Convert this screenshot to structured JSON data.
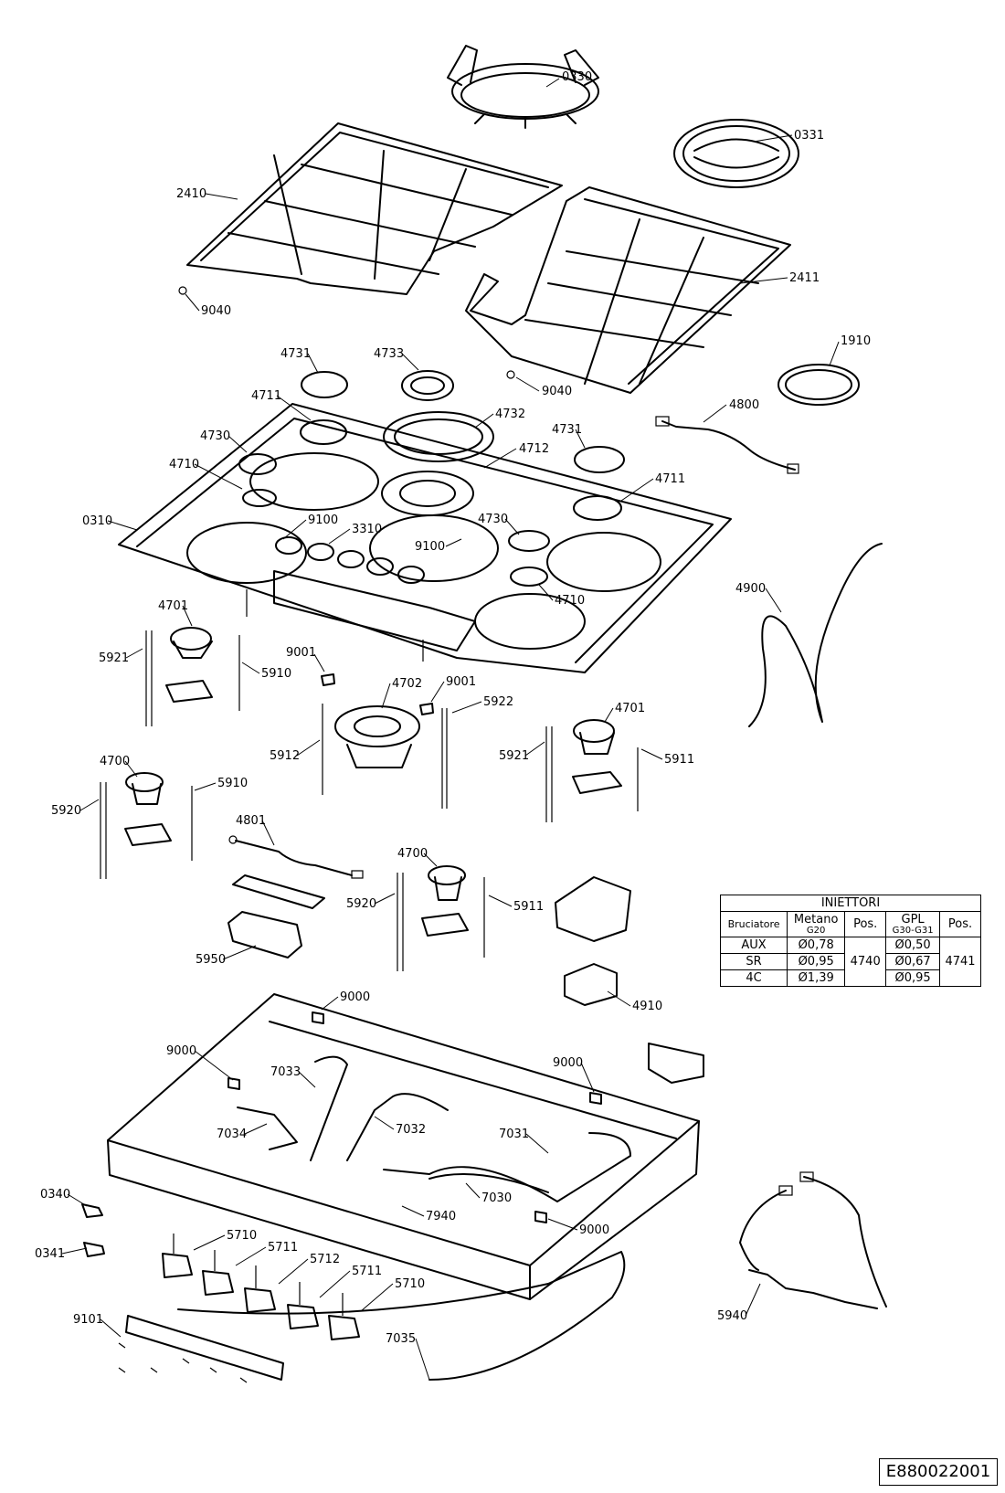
{
  "labels": {
    "p0330": "0330",
    "p0331": "0331",
    "p2410": "2410",
    "p2411": "2411",
    "p9040a": "9040",
    "p9040b": "9040",
    "p4731a": "4731",
    "p4733": "4733",
    "p1910": "1910",
    "p4711a": "4711",
    "p4732": "4732",
    "p4800": "4800",
    "p4730a": "4730",
    "p4712": "4712",
    "p4731b": "4731",
    "p4710a": "4710",
    "p4711b": "4711",
    "p0310": "0310",
    "p9100a": "9100",
    "p3310": "3310",
    "p4730b": "4730",
    "p9100b": "9100",
    "p4710b": "4710",
    "p4900": "4900",
    "p4701a": "4701",
    "p5921a": "5921",
    "p5910a": "5910",
    "p9001a": "9001",
    "p4702": "4702",
    "p9001b": "9001",
    "p5922": "5922",
    "p4701b": "4701",
    "p5912": "5912",
    "p5921b": "5921",
    "p5911a": "5911",
    "p4700a": "4700",
    "p5910b": "5910",
    "p5920a": "5920",
    "p4801": "4801",
    "p4700b": "4700",
    "p5920b": "5920",
    "p5911b": "5911",
    "p5950": "5950",
    "p4910": "4910",
    "p9000a": "9000",
    "p9000b": "9000",
    "p9000c": "9000",
    "p9000d": "9000",
    "p7033": "7033",
    "p7034": "7034",
    "p7032": "7032",
    "p7031": "7031",
    "p0340": "0340",
    "p7030": "7030",
    "p7940": "7940",
    "p0341": "0341",
    "p5710a": "5710",
    "p5711a": "5711",
    "p5712": "5712",
    "p5711b": "5711",
    "p5710b": "5710",
    "p9101": "9101",
    "p7035": "7035",
    "p5940": "5940"
  },
  "table": {
    "title": "INIETTORI",
    "col_burner": "Bruciatore",
    "col_metano": "Metano",
    "col_metano_sub": "G20",
    "col_pos1": "Pos.",
    "col_gpl": "GPL",
    "col_gpl_sub": "G30-G31",
    "col_pos2": "Pos.",
    "rows": [
      {
        "burner": "AUX",
        "metano": "Ø0,78",
        "gpl": "Ø0,50"
      },
      {
        "burner": "SR",
        "metano": "Ø0,95",
        "gpl": "Ø0,67"
      },
      {
        "burner": "4C",
        "metano": "Ø1,39",
        "gpl": "Ø0,95"
      }
    ],
    "pos_metano": "4740",
    "pos_gpl": "4741"
  },
  "doc_code": "E880022001"
}
